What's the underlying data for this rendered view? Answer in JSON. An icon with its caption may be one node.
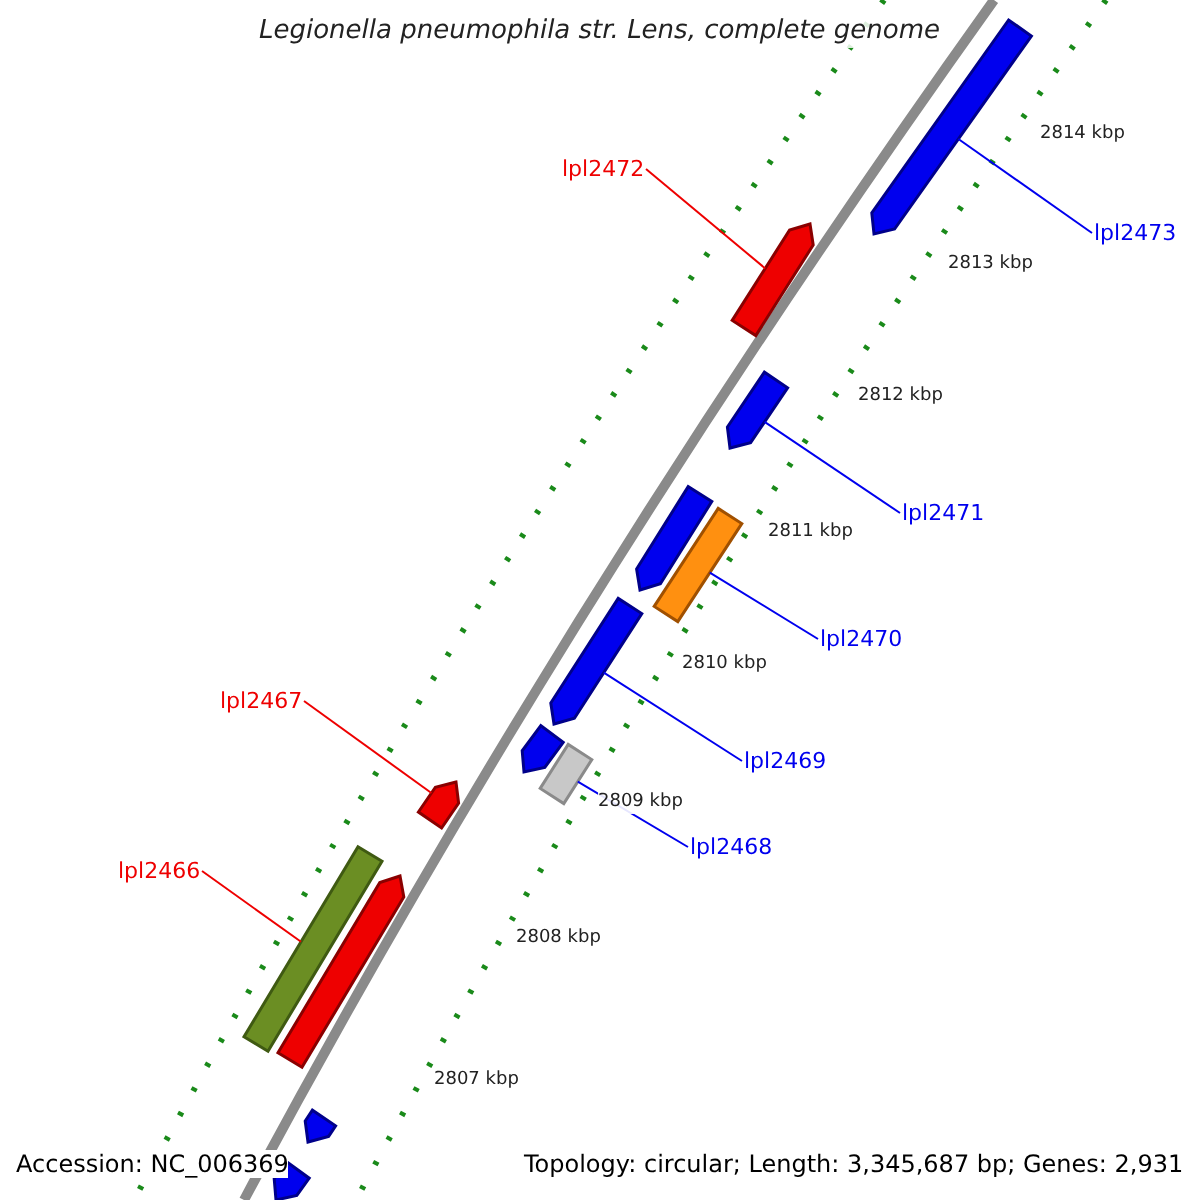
{
  "diagram": {
    "title": "Legionella pneumophila str. Lens, complete genome",
    "nodes": [
      {
        "text": [
          "lpl2472"
        ]
      },
      {
        "text": [
          "lpl2473"
        ]
      },
      {
        "text": [
          "lpl2471"
        ]
      },
      {
        "text": [
          "lpl2470"
        ]
      },
      {
        "text": [
          "lpl2467"
        ]
      },
      {
        "text": [
          "lpl2469"
        ]
      },
      {
        "text": [
          "lpl2468"
        ]
      },
      {
        "text": [
          "lpl2466"
        ]
      },
      {
        "text": [],
        "shape": "bar"
      },
      {
        "text": [],
        "shape": "bar"
      },
      {
        "text": [],
        "shape": "bar"
      },
      {
        "text": [],
        "shape": "bar"
      },
      {
        "text": [],
        "shape": "bar"
      },
      {
        "text": [],
        "shape": "bar"
      },
      {
        "text": [],
        "shape": "bar"
      },
      {
        "text": [],
        "shape": "bar"
      },
      {
        "text": [],
        "shape": "bar"
      },
      {
        "text": [],
        "shape": "bar"
      },
      {
        "text": [],
        "shape": "bar"
      },
      {
        "text": [],
        "shape": "bar"
      },
      {
        "text": [],
        "shape": "bar"
      }
    ],
    "edges": [
      {
        "from": 0,
        "to": 8,
        "arrow": "none",
        "color": "#ee0000"
      },
      {
        "from": 1,
        "to": 9,
        "arrow": "none"
      },
      {
        "from": 2,
        "to": 10,
        "arrow": "none"
      },
      {
        "from": 3,
        "to": 11,
        "arrow": "none"
      },
      {
        "from": 4,
        "to": 12,
        "arrow": "none",
        "color": "#ee0000"
      },
      {
        "from": 5,
        "to": 13,
        "arrow": "none"
      },
      {
        "from": 6,
        "to": 14,
        "arrow": "none"
      },
      {
        "from": 7,
        "to": 15,
        "arrow": "none",
        "color": "#ee0000"
      }
    ],
    "labels": [
      "2814 kbp",
      "2813 kbp",
      "2812 kbp",
      "2811 kbp",
      "2810 kbp",
      "2809 kbp",
      "2808 kbp",
      "2807 kbp",
      "Accession: NC_006369",
      "Topology: circular; Length: 3,345,687 bp; Genes: 2,931"
    ]
  }
}
